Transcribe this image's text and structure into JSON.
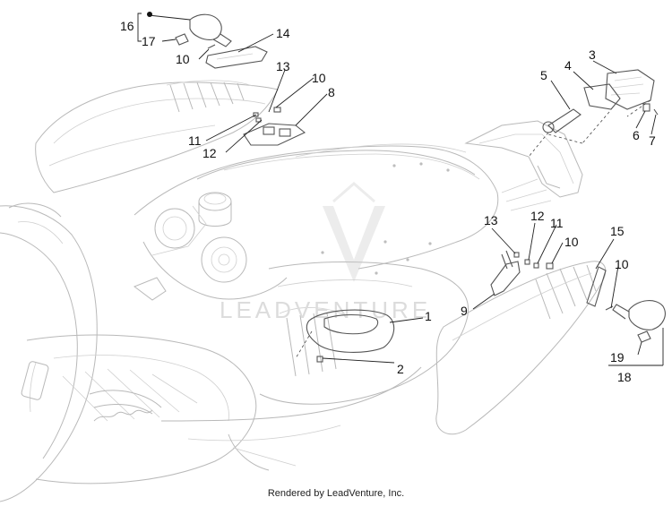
{
  "diagram": {
    "callouts": {
      "c1": "1",
      "c2": "2",
      "c3": "3",
      "c4": "4",
      "c5": "5",
      "c6": "6",
      "c7": "7",
      "c8": "8",
      "c9": "9",
      "c10a": "10",
      "c10b": "10",
      "c10c": "10",
      "c10d": "10",
      "c11a": "11",
      "c11b": "11",
      "c12a": "12",
      "c12b": "12",
      "c13a": "13",
      "c13b": "13",
      "c14": "14",
      "c15": "15",
      "c16": "16",
      "c17": "17",
      "c18": "18",
      "c19": "19"
    },
    "watermark": "LEADVENTURE",
    "footer": "Rendered by LeadVenture, Inc."
  }
}
